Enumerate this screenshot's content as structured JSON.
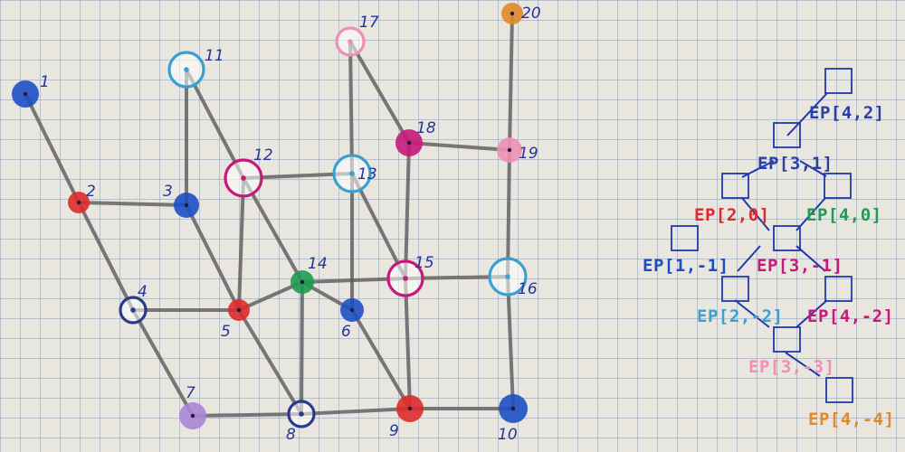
{
  "colors": {
    "blue": "#1d4fc4",
    "red": "#dd2b2b",
    "lightblue": "#3aa0cf",
    "magenta": "#c6197a",
    "pink": "#f08fb5",
    "green": "#1f9b52",
    "orange": "#e2882a",
    "navy": "#2a3a8c",
    "lilac": "#a985d6",
    "label_blue": "#2b3fa6"
  },
  "graph": {
    "nodes": [
      {
        "id": "1",
        "label": "1",
        "style": "filled",
        "color": "blue"
      },
      {
        "id": "2",
        "label": "2",
        "style": "filled",
        "color": "red"
      },
      {
        "id": "3",
        "label": "3",
        "style": "filled",
        "color": "blue"
      },
      {
        "id": "4",
        "label": "4",
        "style": "ring",
        "color": "navy"
      },
      {
        "id": "5",
        "label": "5",
        "style": "filled",
        "color": "red"
      },
      {
        "id": "6",
        "label": "6",
        "style": "filled",
        "color": "blue"
      },
      {
        "id": "7",
        "label": "7",
        "style": "filled",
        "color": "lilac"
      },
      {
        "id": "8",
        "label": "8",
        "style": "ring",
        "color": "navy"
      },
      {
        "id": "9",
        "label": "9",
        "style": "filled",
        "color": "red"
      },
      {
        "id": "10",
        "label": "10",
        "style": "filled",
        "color": "blue"
      },
      {
        "id": "11",
        "label": "11",
        "style": "ring",
        "color": "lightblue"
      },
      {
        "id": "12",
        "label": "12",
        "style": "ring",
        "color": "magenta"
      },
      {
        "id": "13",
        "label": "13",
        "style": "ring",
        "color": "lightblue"
      },
      {
        "id": "14",
        "label": "14",
        "style": "filled",
        "color": "green"
      },
      {
        "id": "15",
        "label": "15",
        "style": "ring",
        "color": "magenta"
      },
      {
        "id": "16",
        "label": "16",
        "style": "ring",
        "color": "lightblue"
      },
      {
        "id": "17",
        "label": "17",
        "style": "ring",
        "color": "pink"
      },
      {
        "id": "18",
        "label": "18",
        "style": "filled",
        "color": "magenta"
      },
      {
        "id": "19",
        "label": "19",
        "style": "filled",
        "color": "pink"
      },
      {
        "id": "20",
        "label": "20",
        "style": "filled",
        "color": "orange"
      }
    ],
    "edges": [
      [
        "1",
        "2"
      ],
      [
        "2",
        "3"
      ],
      [
        "2",
        "4"
      ],
      [
        "3",
        "11"
      ],
      [
        "3",
        "5"
      ],
      [
        "11",
        "12"
      ],
      [
        "4",
        "5"
      ],
      [
        "4",
        "7"
      ],
      [
        "5",
        "12"
      ],
      [
        "5",
        "8"
      ],
      [
        "5",
        "14"
      ],
      [
        "12",
        "13"
      ],
      [
        "12",
        "14"
      ],
      [
        "14",
        "15"
      ],
      [
        "14",
        "8"
      ],
      [
        "13",
        "6"
      ],
      [
        "6",
        "14"
      ],
      [
        "6",
        "9"
      ],
      [
        "13",
        "17"
      ],
      [
        "17",
        "18"
      ],
      [
        "13",
        "15"
      ],
      [
        "18",
        "19"
      ],
      [
        "18",
        "15"
      ],
      [
        "15",
        "16"
      ],
      [
        "15",
        "9"
      ],
      [
        "19",
        "20"
      ],
      [
        "19",
        "16"
      ],
      [
        "16",
        "10"
      ],
      [
        "7",
        "8"
      ],
      [
        "8",
        "9"
      ],
      [
        "9",
        "10"
      ]
    ]
  },
  "lattice": {
    "labels": [
      {
        "id": "ep-4-2",
        "text": "EP[4,2]",
        "color": "label_blue"
      },
      {
        "id": "ep-3-1",
        "text": "EP[3,1]",
        "color": "label_blue"
      },
      {
        "id": "ep-2-0",
        "text": "EP[2,0]",
        "color": "red"
      },
      {
        "id": "ep-4-0",
        "text": "EP[4,0]",
        "color": "green"
      },
      {
        "id": "ep-1--1",
        "text": "EP[1,-1]",
        "color": "blue"
      },
      {
        "id": "ep-3--1",
        "text": "EP[3,-1]",
        "color": "magenta"
      },
      {
        "id": "ep-2--2",
        "text": "EP[2,-2]",
        "color": "lightblue"
      },
      {
        "id": "ep-4--2",
        "text": "EP[4,-2]",
        "color": "magenta"
      },
      {
        "id": "ep-3--3",
        "text": "EP[3,-3]",
        "color": "pink"
      },
      {
        "id": "ep-4--4",
        "text": "EP[4,-4]",
        "color": "orange"
      }
    ]
  }
}
